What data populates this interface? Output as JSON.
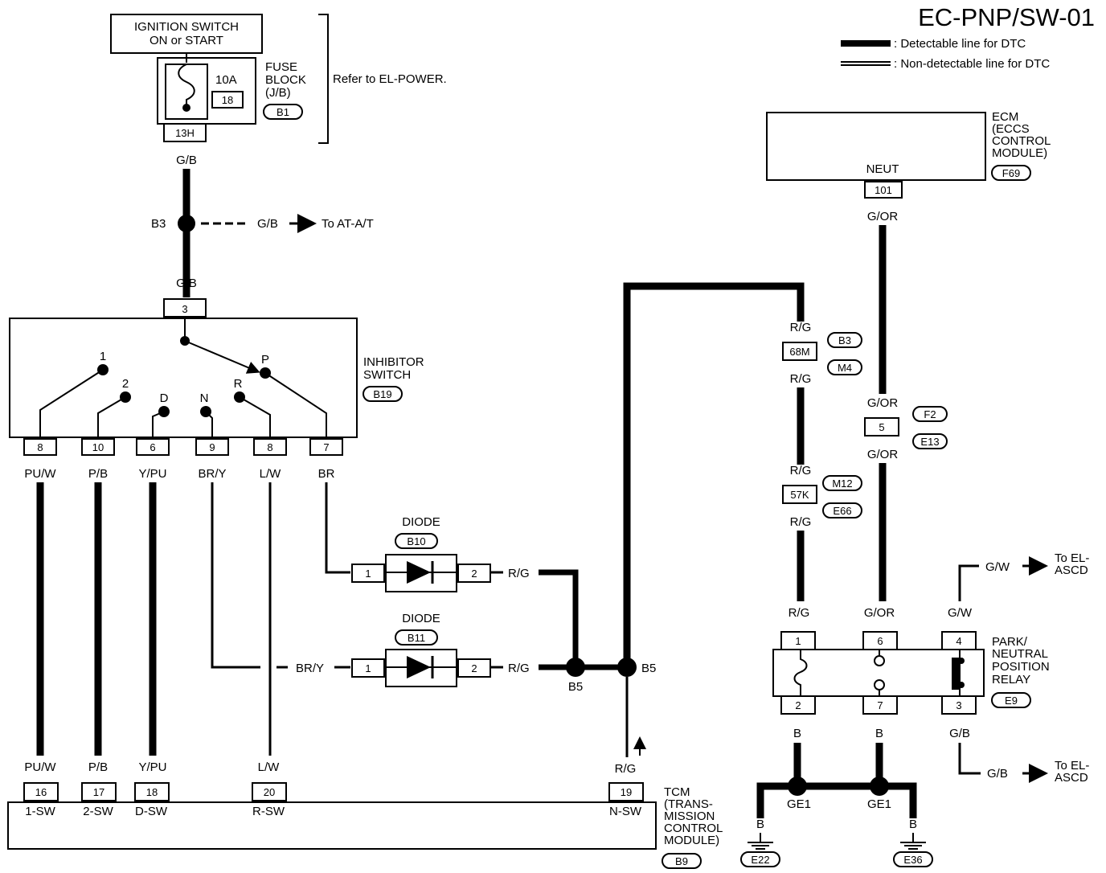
{
  "title": "EC-PNP/SW-01",
  "legend": {
    "detectable": ": Detectable line for DTC",
    "non_detectable": ": Non-detectable line for DTC"
  },
  "components": {
    "ignition_switch": "IGNITION SWITCH",
    "ignition_state": "ON or START",
    "fuse_amp": "10A",
    "fuse_no": "18",
    "fuse_block": [
      "FUSE",
      "BLOCK",
      "(J/B)"
    ],
    "fuse_conn": "B1",
    "fuse_term": "13H",
    "refer": "Refer to EL-POWER.",
    "ecm": [
      "ECM",
      "(ECCS",
      "CONTROL",
      "MODULE)"
    ],
    "ecm_conn": "F69",
    "ecm_pin_label": "NEUT",
    "ecm_pin": "101",
    "inhibitor": [
      "INHIBITOR",
      "SWITCH"
    ],
    "inhibitor_conn": "B19",
    "diode": "DIODE",
    "diode1_conn": "B10",
    "diode2_conn": "B11",
    "relay": [
      "PARK/",
      "NEUTRAL",
      "POSITION",
      "RELAY"
    ],
    "relay_conn": "E9",
    "tcm": [
      "TCM",
      "(TRANS-",
      "MISSION",
      "CONTROL",
      "MODULE)"
    ],
    "tcm_conn": "B9",
    "to_ata": "To AT-A/T",
    "to_ascd": [
      "To EL-",
      "ASCD"
    ]
  },
  "wires": {
    "gb": "G/B",
    "gor": "G/OR",
    "rg": "R/G",
    "puw": "PU/W",
    "pb": "P/B",
    "ypu": "Y/PU",
    "bry": "BR/Y",
    "lw": "L/W",
    "br": "BR",
    "gw": "G/W",
    "b": "B"
  },
  "junctions": {
    "b3": "B3",
    "b5": "B5",
    "ge1": "GE1"
  },
  "connectors": {
    "c68m": "68M",
    "b3": "B3",
    "m4": "M4",
    "c5": "5",
    "f2": "F2",
    "e13": "E13",
    "c57k": "57K",
    "m12": "M12",
    "e66": "E66"
  },
  "inhibitor_pins": [
    "8",
    "10",
    "6",
    "9",
    "8",
    "7"
  ],
  "inhibitor_top_pin": "3",
  "positions": [
    "1",
    "2",
    "D",
    "N",
    "R",
    "P"
  ],
  "tcm_pins": [
    "16",
    "17",
    "18",
    "20",
    "19"
  ],
  "tcm_signals": [
    "1-SW",
    "2-SW",
    "D-SW",
    "R-SW",
    "N-SW"
  ],
  "diode_pins": [
    "1",
    "2"
  ],
  "relay_pins": [
    "1",
    "6",
    "4",
    "2",
    "7",
    "3"
  ],
  "grounds": [
    "E22",
    "E36"
  ]
}
